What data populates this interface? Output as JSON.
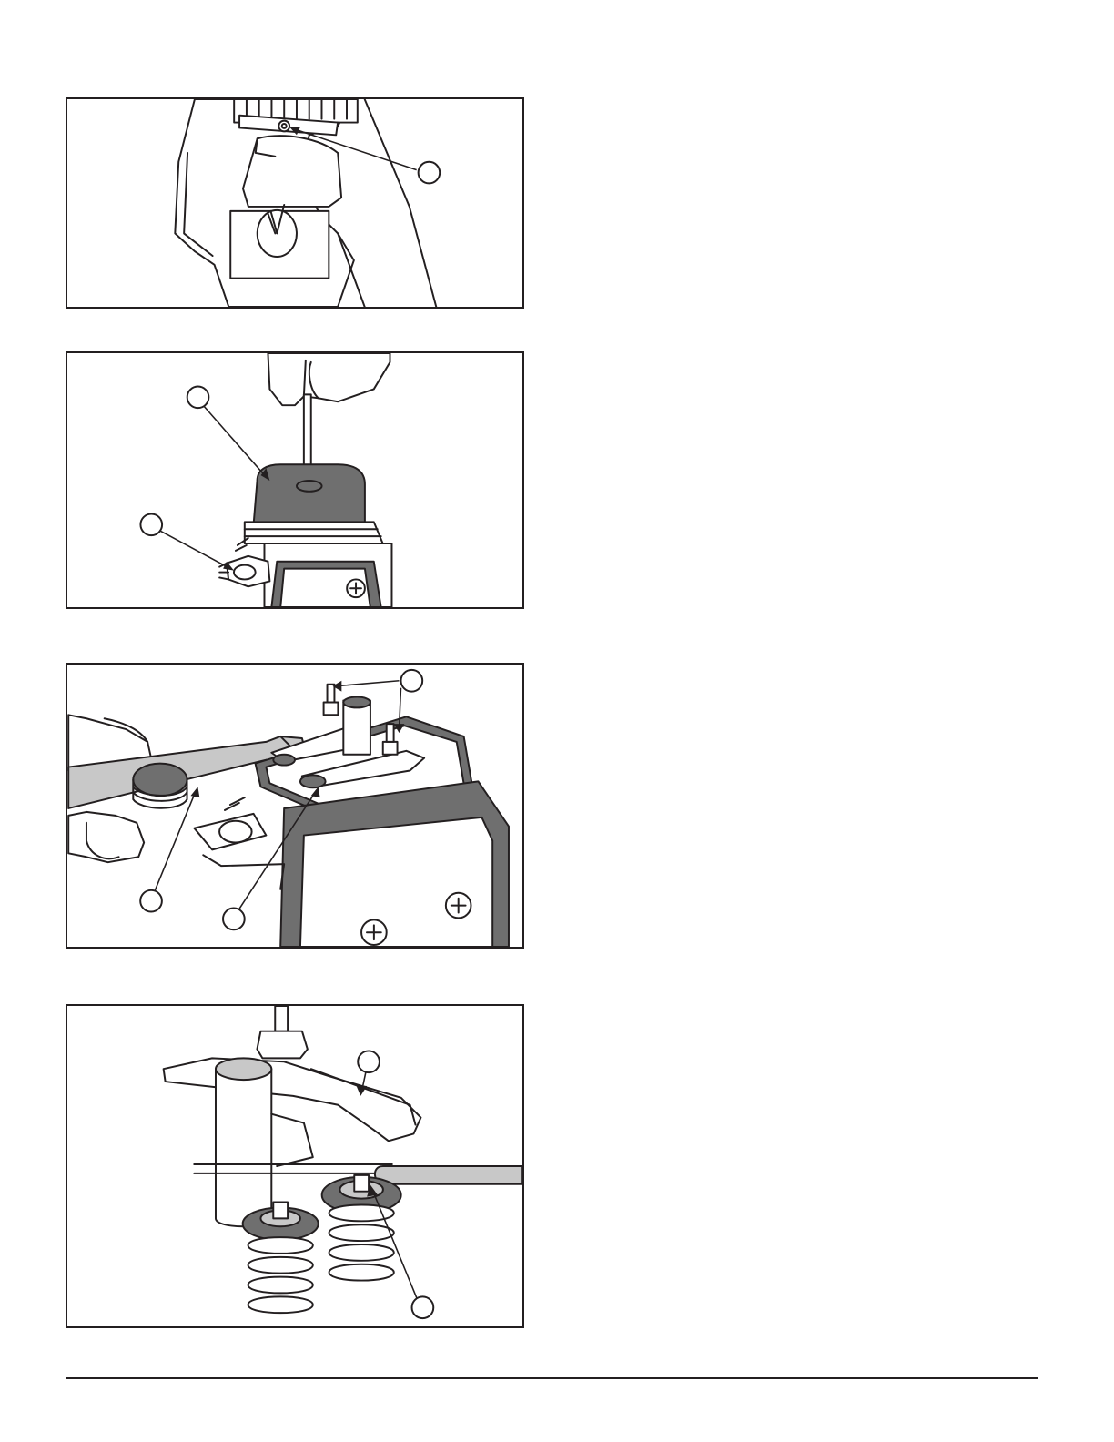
{
  "figures": [
    {
      "id": "fig1",
      "subject": "engine-shroud-screw",
      "callouts": 1
    },
    {
      "id": "fig2",
      "subject": "valve-cover-removal",
      "callouts": 2
    },
    {
      "id": "fig3",
      "subject": "rocker-nut-wrench",
      "callouts": 3
    },
    {
      "id": "fig4",
      "subject": "valve-clearance-feeler-gauge",
      "callouts": 2
    }
  ]
}
